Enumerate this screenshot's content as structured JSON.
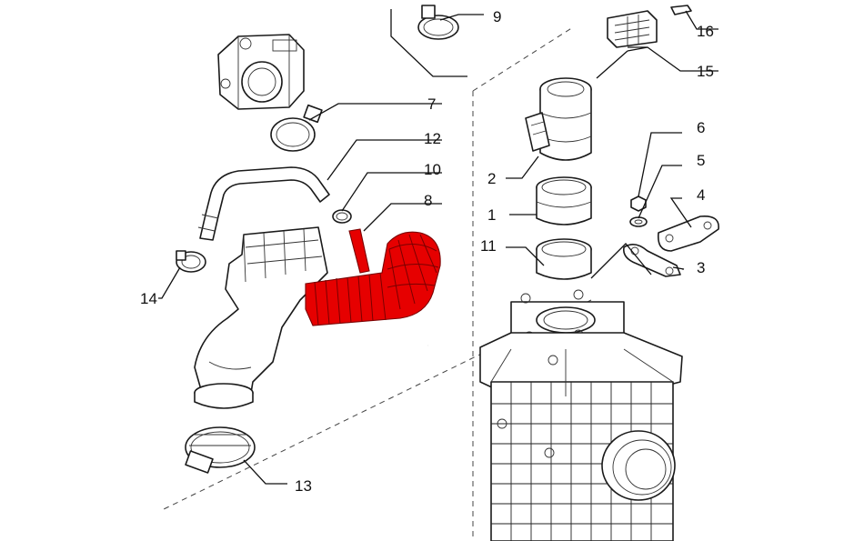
{
  "diagram": {
    "highlight_color": "#e60000",
    "labels": [
      {
        "id": "9",
        "text": "9"
      },
      {
        "id": "16",
        "text": "16"
      },
      {
        "id": "15",
        "text": "15"
      },
      {
        "id": "7",
        "text": "7"
      },
      {
        "id": "12",
        "text": "12"
      },
      {
        "id": "10",
        "text": "10"
      },
      {
        "id": "8",
        "text": "8"
      },
      {
        "id": "6",
        "text": "6"
      },
      {
        "id": "5",
        "text": "5"
      },
      {
        "id": "4",
        "text": "4"
      },
      {
        "id": "3",
        "text": "3"
      },
      {
        "id": "2",
        "text": "2"
      },
      {
        "id": "1",
        "text": "1"
      },
      {
        "id": "11",
        "text": "11"
      },
      {
        "id": "14",
        "text": "14"
      },
      {
        "id": "13",
        "text": "13"
      }
    ]
  }
}
